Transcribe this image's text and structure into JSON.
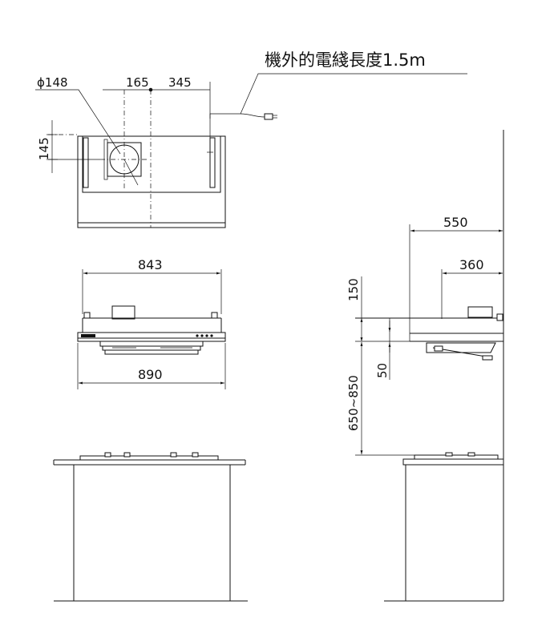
{
  "cable_note": "機外的電綫長度1.5m",
  "top_view": {
    "duct_diameter": "ϕ148",
    "offset_left": "165",
    "offset_right": "345",
    "depth_offset": "145"
  },
  "front_view": {
    "inner_width": "843",
    "outer_width": "890"
  },
  "side_view": {
    "depth_total": "550",
    "depth_duct": "360",
    "height_duct": "150",
    "height_front": "50",
    "install_height": "650~850"
  }
}
